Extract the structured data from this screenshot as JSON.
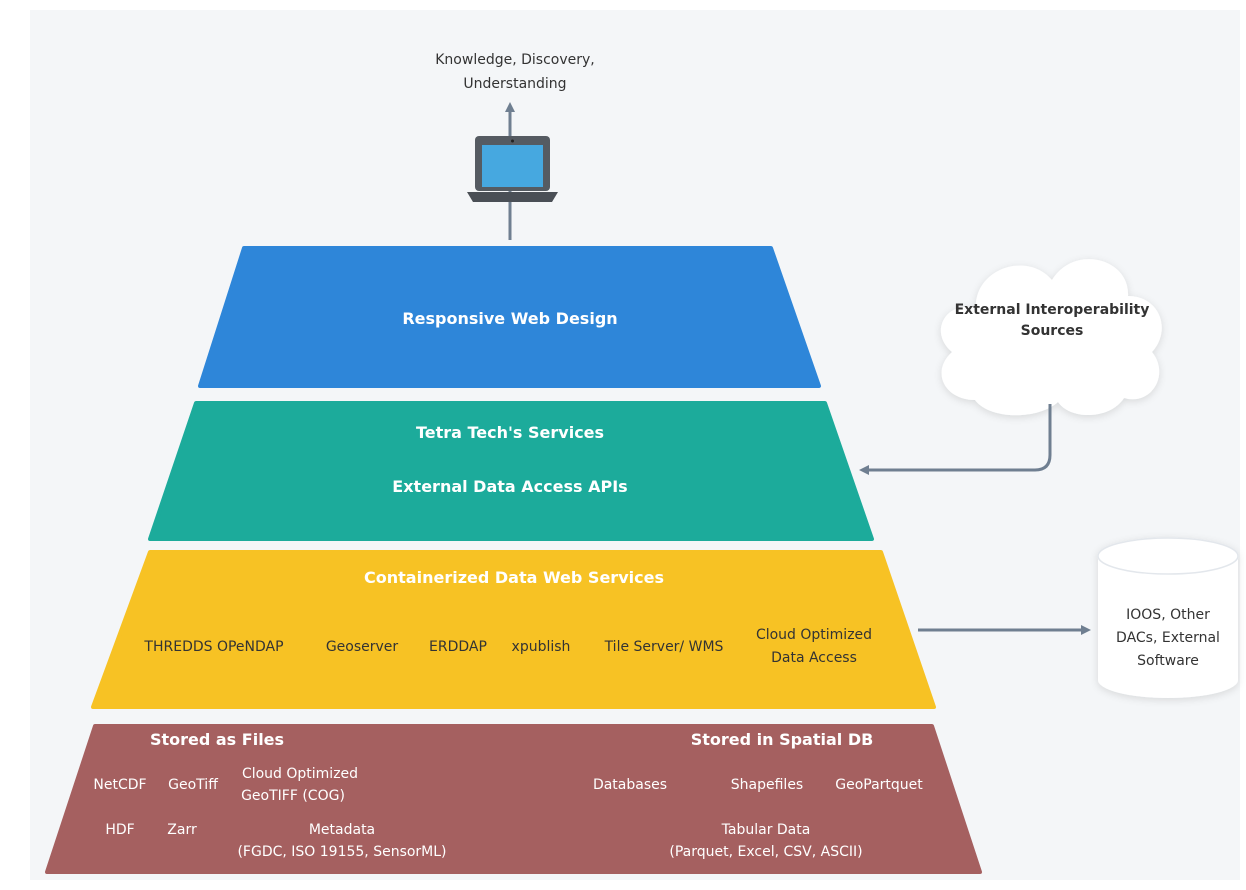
{
  "top": {
    "line1": "Knowledge, Discovery,",
    "line2": "Understanding"
  },
  "layers": {
    "web": {
      "label": "Responsive Web Design",
      "color": "#2e86d9"
    },
    "services": {
      "line1": "Tetra Tech's Services",
      "line2": "External Data Access APIs",
      "color": "#1cab9b"
    },
    "containers": {
      "title": "Containerized Data Web Services",
      "color": "#f7c224",
      "items": [
        "THREDDS OPeNDAP",
        "Geoserver",
        "ERDDAP",
        "xpublish",
        "Tile Server/ WMS",
        "Cloud Optimized",
        "Data Access"
      ]
    },
    "storage": {
      "color": "#a56060",
      "files_title": "Stored as Files",
      "db_title": "Stored in Spatial DB",
      "files": [
        "NetCDF",
        "GeoTiff",
        "Cloud Optimized",
        "GeoTIFF (COG)",
        "HDF",
        "Zarr",
        "Metadata",
        "(FGDC, ISO 19155, SensorML)"
      ],
      "db": [
        "Databases",
        "Shapefiles",
        "GeoPartquet",
        "Tabular Data",
        "(Parquet, Excel, CSV, ASCII)"
      ]
    }
  },
  "cloud": {
    "line1": "External Interoperability",
    "line2": "Sources"
  },
  "database": {
    "line1": "IOOS, Other",
    "line2": "DACs, External",
    "line3": "Software"
  },
  "colors": {
    "arrow": "#6f7f91",
    "background": "#f4f6f8"
  }
}
